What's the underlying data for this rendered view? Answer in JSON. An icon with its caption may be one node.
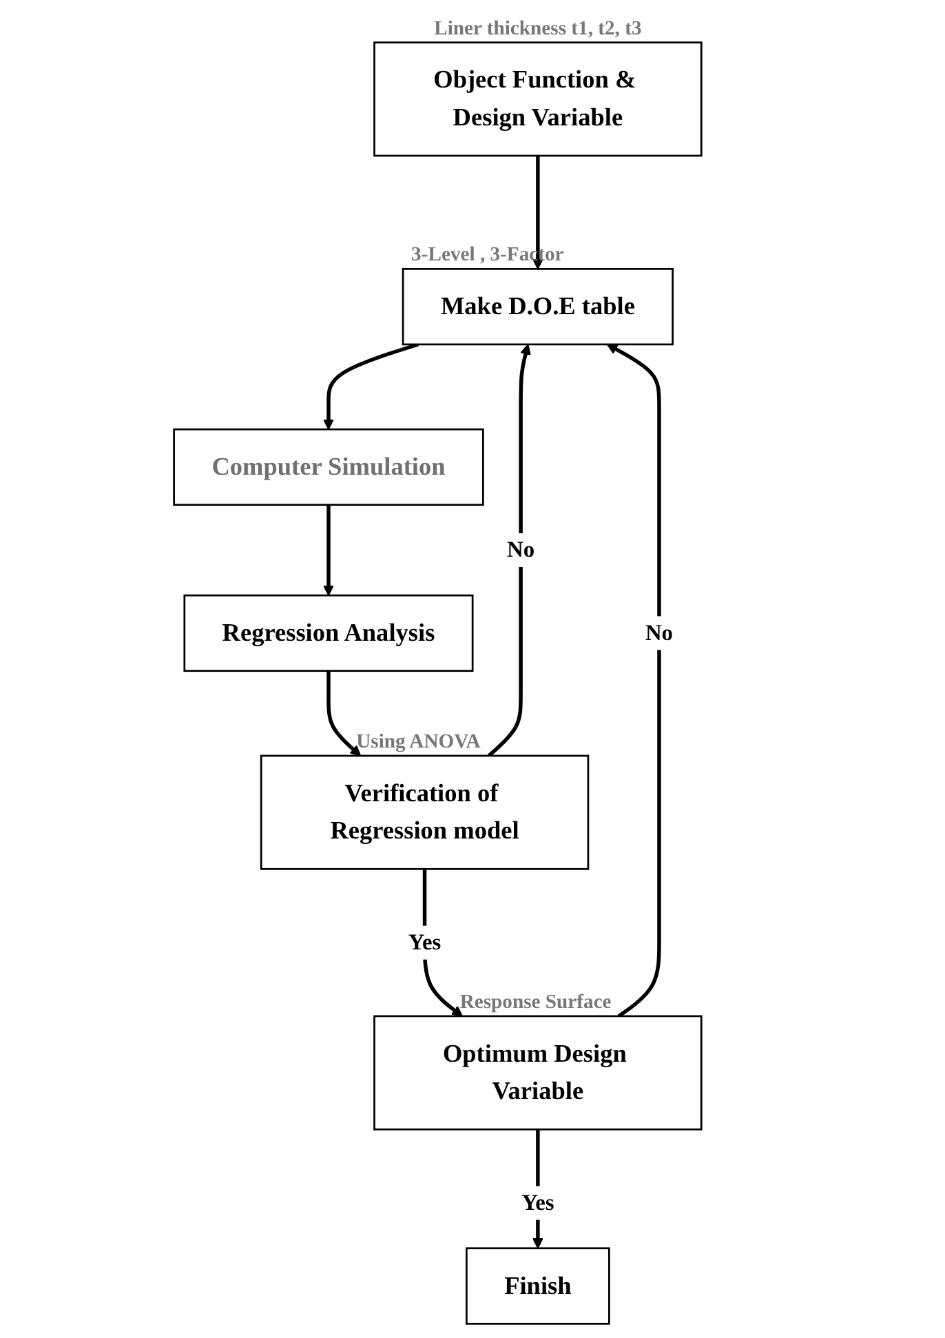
{
  "diagram": {
    "nodes": [
      {
        "text": [
          "Object Function & Design Variable"
        ],
        "beside": [
          "Liner thickness t1, t2, t3"
        ]
      },
      {
        "text": [
          "Make D.O.E table"
        ],
        "beside": [
          "3-Level , 3-Factor"
        ]
      },
      {
        "text": [
          "Computer Simulation"
        ]
      },
      {
        "text": [
          "Regression Analysis"
        ]
      },
      {
        "text": [
          "Verification of Regression model"
        ],
        "beside": [
          "Using ANOVA"
        ]
      },
      {
        "text": [
          "Optimum Design Variable"
        ],
        "beside": [
          "Response Surface"
        ]
      },
      {
        "text": [
          "Finish"
        ]
      }
    ],
    "edges": [
      {
        "from": 0,
        "to": 1,
        "arrow": "to"
      },
      {
        "from": 1,
        "to": 2,
        "arrow": "to"
      },
      {
        "from": 2,
        "to": 3,
        "arrow": "to"
      },
      {
        "from": 3,
        "to": 4,
        "arrow": "to"
      },
      {
        "from": 4,
        "to": 1,
        "arrow": "to",
        "label": "No"
      },
      {
        "from": 4,
        "to": 5,
        "arrow": "to",
        "label": "Yes"
      },
      {
        "from": 5,
        "to": 6,
        "arrow": "to",
        "label": "Yes"
      },
      {
        "from": 5,
        "to": 1,
        "arrow": "to",
        "label": "No"
      }
    ]
  }
}
